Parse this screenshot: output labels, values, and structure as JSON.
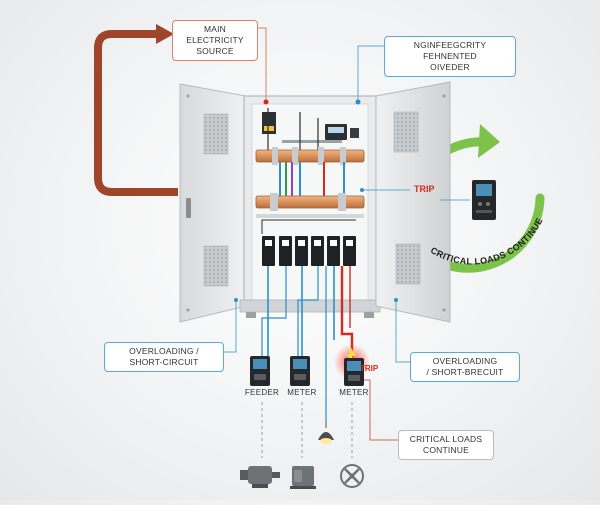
{
  "labels": {
    "main_source_line1": "MAIN ELECTRICITY",
    "main_source_line2": "SOURCE",
    "top_right_line1": "NGINFEEGCRITY FEHNENTED",
    "top_right_line2": "OIVEDER",
    "trip_upper": "TRIP",
    "trip_lower": "TRIP",
    "critical_loads_arc": "CRITICAL LOADS CONTINUE",
    "left_fault_line1": "OVERLOADING /",
    "left_fault_line2": "SHORT-CIRCUIT",
    "right_fault_line1": "OVERLOADING",
    "right_fault_line2": "/ SHORT-BRECUIT",
    "feeder": "FEEDER",
    "meter_1": "METER",
    "meter_2": "METER",
    "critical_box_line1": "CRITICAL LOADS",
    "critical_box_line2": "CONTINUE"
  },
  "icons": [
    "cabinet-icon",
    "breaker-icon",
    "meter-device-icon",
    "lamp-icon",
    "motor-icon",
    "pump-icon",
    "fan-icon"
  ],
  "colors": {
    "supply_arrow": "#a0442a",
    "continue_arrow": "#7dc24a",
    "feeder_line": "#2d8fc8",
    "fault_line": "#d42a22",
    "copper": "#d9925c"
  }
}
